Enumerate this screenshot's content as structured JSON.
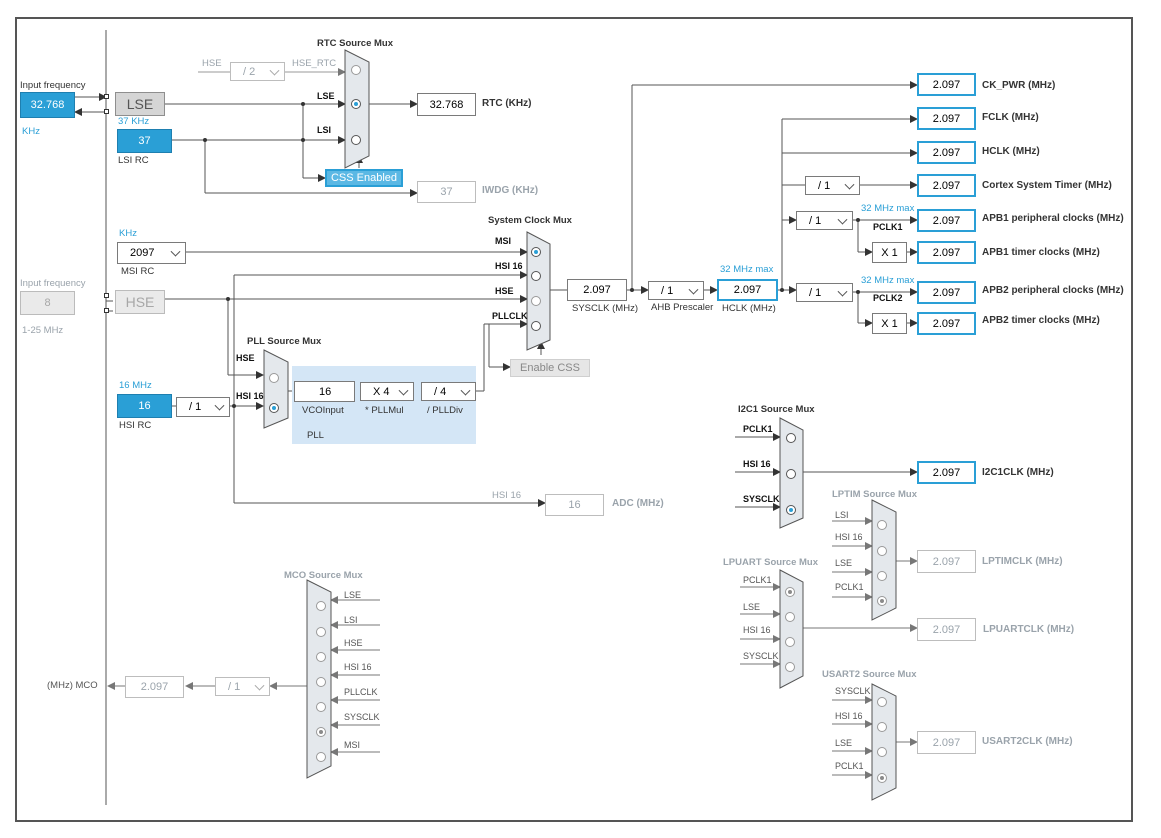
{
  "input": {
    "freq_label": "Input frequency",
    "lse_value": "32.768",
    "lse_unit": "KHz",
    "lse_label": "LSE",
    "lsi_freq": "37 KHz",
    "lsi_value": "37",
    "lsi_label": "LSI RC",
    "hse_freq_label": "Input frequency",
    "hse_value": "8",
    "hse_label": "HSE",
    "hse_range": "1-25 MHz",
    "msi_unit": "KHz",
    "msi_value": "2097",
    "msi_label": "MSI RC",
    "hsi_freq": "16 MHz",
    "hsi_value": "16",
    "hsi_label": "HSI RC",
    "hsi_div": "/ 1"
  },
  "rtc": {
    "title": "RTC Source Mux",
    "hse_div": "/ 2",
    "in_hse": "HSE",
    "in_hse_rtc": "HSE_RTC",
    "in_lse": "LSE",
    "in_lsi": "LSI",
    "out_value": "32.768",
    "out_label": "RTC (KHz)",
    "css_label": "CSS Enabled",
    "iwdg_value": "37",
    "iwdg_label": "IWDG (KHz)"
  },
  "sysclk": {
    "title": "System Clock Mux",
    "in_msi": "MSI",
    "in_hsi16": "HSI 16",
    "in_hse": "HSE",
    "in_pllclk": "PLLCLK",
    "value": "2.097",
    "label": "SYSCLK (MHz)",
    "enable_css": "Enable CSS",
    "ahb_div": "/ 1",
    "ahb_label": "AHB Prescaler",
    "hclk_max": "32 MHz max",
    "hclk_value": "2.097",
    "hclk_label": "HCLK (MHz)"
  },
  "pll": {
    "title": "PLL Source Mux",
    "in_hse": "HSE",
    "in_hsi16": "HSI 16",
    "vco_value": "16",
    "vco_label": "VCOInput",
    "mul_value": "X 4",
    "mul_label": "* PLLMul",
    "div_value": "/ 4",
    "div_label": "/ PLLDiv",
    "name": "PLL"
  },
  "outputs": {
    "ck_pwr": {
      "value": "2.097",
      "label": "CK_PWR (MHz)"
    },
    "fclk": {
      "value": "2.097",
      "label": "FCLK (MHz)"
    },
    "hclk": {
      "value": "2.097",
      "label": "HCLK (MHz)"
    },
    "cortex": {
      "div": "/ 1",
      "value": "2.097",
      "label": "Cortex System Timer (MHz)"
    },
    "apb1": {
      "div": "/ 1",
      "max": "32 MHz max",
      "pclk": "PCLK1",
      "value": "2.097",
      "label": "APB1 peripheral clocks (MHz)"
    },
    "apb1_timer": {
      "mul": "X 1",
      "value": "2.097",
      "label": "APB1 timer clocks (MHz)"
    },
    "apb2": {
      "div": "/ 1",
      "max": "32 MHz max",
      "pclk": "PCLK2",
      "value": "2.097",
      "label": "APB2 peripheral clocks (MHz)"
    },
    "apb2_timer": {
      "mul": "X 1",
      "value": "2.097",
      "label": "APB2 timer clocks (MHz)"
    }
  },
  "adc": {
    "in": "HSI 16",
    "value": "16",
    "label": "ADC (MHz)"
  },
  "i2c1": {
    "title": "I2C1 Source Mux",
    "inputs": [
      "PCLK1",
      "HSI 16",
      "SYSCLK"
    ],
    "value": "2.097",
    "label": "I2C1CLK (MHz)"
  },
  "lptim": {
    "title": "LPTIM Source Mux",
    "inputs": [
      "LSI",
      "HSI 16",
      "LSE",
      "PCLK1"
    ],
    "value": "2.097",
    "label": "LPTIMCLK (MHz)"
  },
  "lpuart": {
    "title": "LPUART Source Mux",
    "inputs": [
      "PCLK1",
      "LSE",
      "HSI 16",
      "SYSCLK"
    ],
    "value": "2.097",
    "label": "LPUARTCLK (MHz)"
  },
  "usart2": {
    "title": "USART2 Source Mux",
    "inputs": [
      "SYSCLK",
      "HSI 16",
      "LSE",
      "PCLK1"
    ],
    "value": "2.097",
    "label": "USART2CLK (MHz)"
  },
  "mco": {
    "title": "MCO Source Mux",
    "inputs": [
      "LSE",
      "LSI",
      "HSE",
      "HSI 16",
      "PLLCLK",
      "SYSCLK",
      "MSI"
    ],
    "div": "/ 1",
    "value": "2.097",
    "label": "(MHz) MCO"
  },
  "colors": {
    "accent": "#2a9fd6",
    "pll_bg": "#d4e6f6",
    "line": "#555555"
  }
}
